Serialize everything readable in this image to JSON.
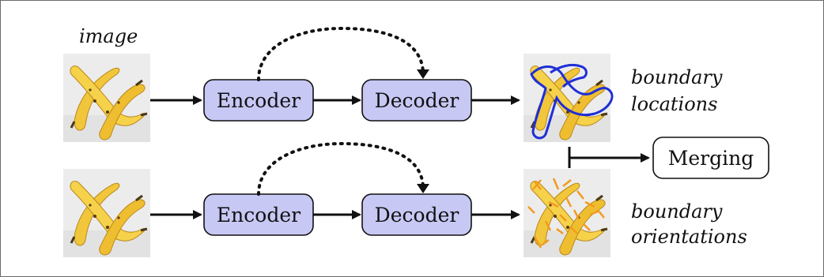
{
  "top": {
    "image_label": "image",
    "encoder_label": "Encoder",
    "decoder_label": "Decoder",
    "output_label_line1": "boundary",
    "output_label_line2": "locations"
  },
  "bottom": {
    "encoder_label": "Encoder",
    "decoder_label": "Decoder",
    "output_label_line1": "boundary",
    "output_label_line2": "orientations"
  },
  "merge": {
    "label": "Merging"
  },
  "colors": {
    "block_fill": "#c8c8f5",
    "block_stroke": "#111111",
    "boundary_outline": "#1f2fd6",
    "orientation_arrows": "#f39a1e",
    "banana": "#f2c63a",
    "photo_bg": "#ececec"
  }
}
